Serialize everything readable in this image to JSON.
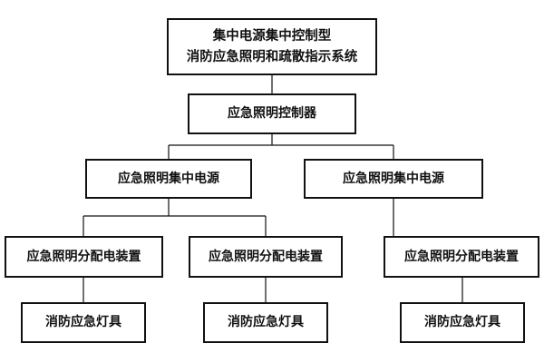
{
  "diagram": {
    "root": {
      "line1": "集中电源集中控制型",
      "line2": "消防应急照明和疏散指示系统"
    },
    "controller": "应急照明控制器",
    "power_sources": [
      "应急照明集中电源",
      "应急照明集中电源"
    ],
    "distribution_devices": [
      "应急照明分配电装置",
      "应急照明分配电装置",
      "应急照明分配电装置"
    ],
    "lamps": [
      "消防应急灯具",
      "消防应急灯具",
      "消防应急灯具"
    ]
  },
  "colors": {
    "line": "#111111",
    "box_border": "#111111",
    "background": "#ffffff"
  }
}
